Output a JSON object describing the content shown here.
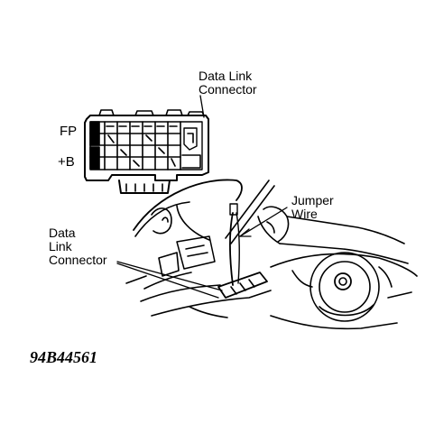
{
  "labels": {
    "dlc_top_line1": "Data Link",
    "dlc_top_line2": "Connector",
    "jumper_line1": "Jumper",
    "jumper_line2": "Wire",
    "dlc_bottom_line1": "Data",
    "dlc_bottom_line2": "Link",
    "dlc_bottom_line3": "Connector",
    "pin_fp": "FP",
    "pin_b": "+B"
  },
  "figure_id": "94B44561"
}
